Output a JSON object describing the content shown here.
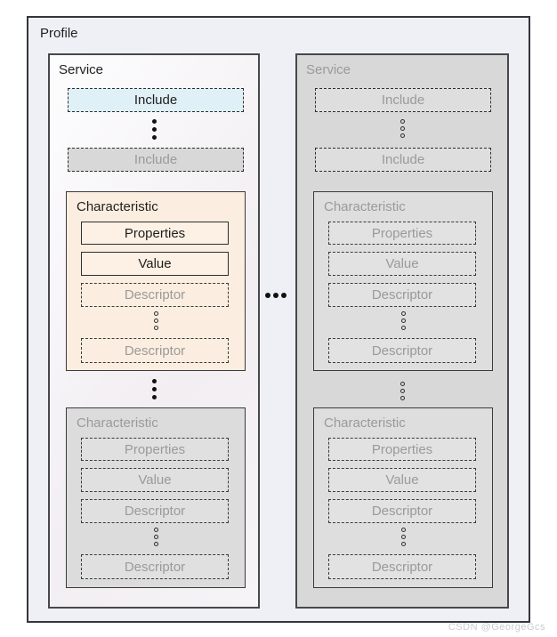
{
  "watermark": "CSDN @GeorgeGcs",
  "colors": {
    "profile_bg": "#eef0f6",
    "include_highlight": "#dff0f7",
    "characteristic_active": "#fbeee0",
    "inactive_fill": "#d8d8d8",
    "text_dark": "#1f1f1f",
    "text_gray": "#9a9a9a",
    "watermark": "#c9ccd3"
  },
  "icons": {
    "ellipsis_vertical_filled": "⋮",
    "ellipsis_vertical_open": "⋮",
    "ellipsis_horizontal": "…"
  },
  "profile": {
    "label": "Profile",
    "services": [
      {
        "label": "Service",
        "state": "active",
        "includes": [
          {
            "label": "Include",
            "style": "highlight"
          },
          {
            "label": "Include",
            "style": "gray"
          }
        ],
        "characteristics": [
          {
            "label": "Characteristic",
            "state": "active",
            "properties": "Properties",
            "value": "Value",
            "descriptors": [
              "Descriptor",
              "Descriptor"
            ]
          },
          {
            "label": "Characteristic",
            "state": "inactive",
            "properties": "Properties",
            "value": "Value",
            "descriptors": [
              "Descriptor",
              "Descriptor"
            ]
          }
        ]
      },
      {
        "label": "Service",
        "state": "inactive",
        "includes": [
          {
            "label": "Include",
            "style": "gray"
          },
          {
            "label": "Include",
            "style": "gray"
          }
        ],
        "characteristics": [
          {
            "label": "Characteristic",
            "state": "inactive",
            "properties": "Properties",
            "value": "Value",
            "descriptors": [
              "Descriptor",
              "Descriptor"
            ]
          },
          {
            "label": "Characteristic",
            "state": "inactive",
            "properties": "Properties",
            "value": "Value",
            "descriptors": [
              "Descriptor",
              "Descriptor"
            ]
          }
        ]
      }
    ]
  }
}
